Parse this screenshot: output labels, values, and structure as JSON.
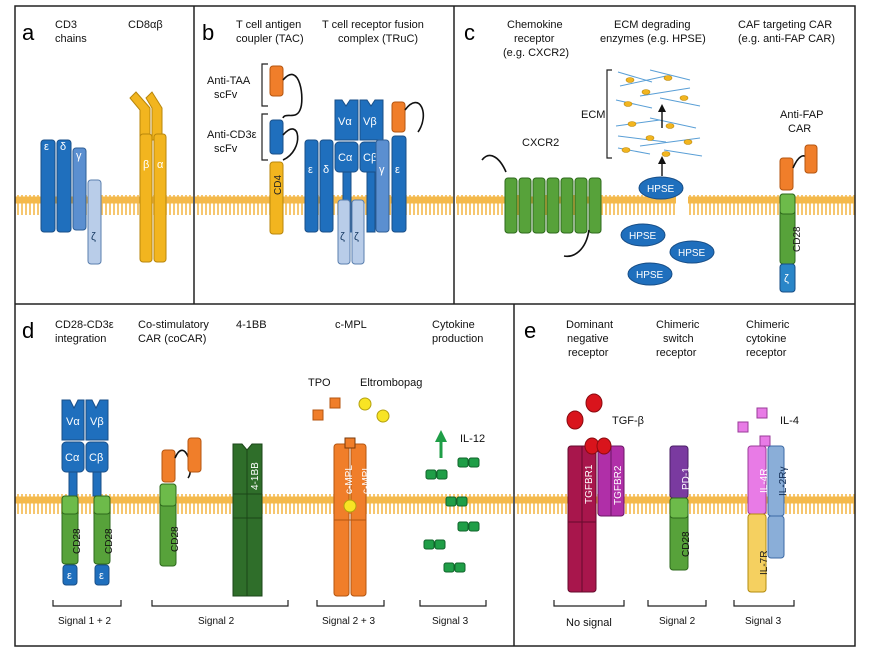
{
  "colors": {
    "dark_blue": "#1f6fbd",
    "mid_blue": "#5b8fd0",
    "light_blue": "#b9cde9",
    "yellow": "#f2b51f",
    "orange": "#f07e2a",
    "green": "#57a23a",
    "dark_green": "#2f6e2a",
    "crimson": "#a8164c",
    "magenta": "#b02fa8",
    "purple": "#7a3aa0",
    "pink": "#e87be6",
    "red": "#d9141c",
    "membrane": "#f4b94b"
  },
  "panel_a": {
    "letter": "a",
    "title_1": "CD3",
    "title_2": "chains",
    "title_3": "CD8αβ",
    "epsilon": "ε",
    "delta": "δ",
    "gamma": "γ",
    "zeta": "ζ",
    "beta": "β",
    "alpha": "α"
  },
  "panel_b": {
    "letter": "b",
    "tac_1": "T cell antigen",
    "tac_2": "coupler (TAC)",
    "truc_1": "T cell receptor fusion",
    "truc_2": "complex (TRuC)",
    "anti_taa_1": "Anti-TAA",
    "anti_taa_2": "scFv",
    "anti_cd3_1": "Anti-CD3ε",
    "anti_cd3_2": "scFv",
    "cd4": "CD4",
    "epsilon": "ε",
    "delta": "δ",
    "gamma": "γ",
    "zeta": "ζ",
    "v_alpha": "Vα",
    "v_beta": "Vβ",
    "c_alpha": "Cα",
    "c_beta": "Cβ"
  },
  "panel_c": {
    "letter": "c",
    "chemo_1": "Chemokine",
    "chemo_2": "receptor",
    "chemo_3": "(e.g. CXCR2)",
    "ecm_title_1": "ECM degrading",
    "ecm_title_2": "enzymes (e.g. HPSE)",
    "caf_1": "CAF targeting CAR",
    "caf_2": "(e.g. anti-FAP CAR)",
    "ecm": "ECM",
    "cxcr2": "CXCR2",
    "hpse": "HPSE",
    "anti_fap_1": "Anti-FAP",
    "anti_fap_2": "CAR",
    "cd28": "CD28",
    "zeta": "ζ"
  },
  "panel_d": {
    "letter": "d",
    "col1_1": "CD28-CD3ε",
    "col1_2": "integration",
    "col2_1": "Co-stimulatory",
    "col2_2": "CAR (coCAR)",
    "col3": "4-1BB",
    "col4": "c-MPL",
    "col5_1": "Cytokine",
    "col5_2": "production",
    "v_alpha": "Vα",
    "v_beta": "Vβ",
    "c_alpha": "Cα",
    "c_beta": "Cβ",
    "cd28": "CD28",
    "epsilon": "ε",
    "four1bb": "4-1BB",
    "cmpl": "c-MPL",
    "tpo": "TPO",
    "eltrombopag": "Eltrombopag",
    "il12": "IL-12",
    "signal_1": "Signal 1 + 2",
    "signal_2": "Signal 2",
    "signal_3": "Signal 2 + 3",
    "signal_4": "Signal 3"
  },
  "panel_e": {
    "letter": "e",
    "col1_1": "Dominant",
    "col1_2": "negative",
    "col1_3": "receptor",
    "col2_1": "Chimeric",
    "col2_2": "switch",
    "col2_3": "receptor",
    "col3_1": "Chimeric",
    "col3_2": "cytokine",
    "col3_3": "receptor",
    "tgfb": "TGF-β",
    "tgfbr1": "TGFBR1",
    "tgfbr2": "TGFBR2",
    "pd1": "PD-1",
    "cd28": "CD28",
    "il4": "IL-4",
    "il4r": "IL-4R",
    "il2rg": "IL-2Rγ",
    "il7r": "IL-7R",
    "signal_1": "No signal",
    "signal_2": "Signal 2",
    "signal_3": "Signal 3"
  }
}
